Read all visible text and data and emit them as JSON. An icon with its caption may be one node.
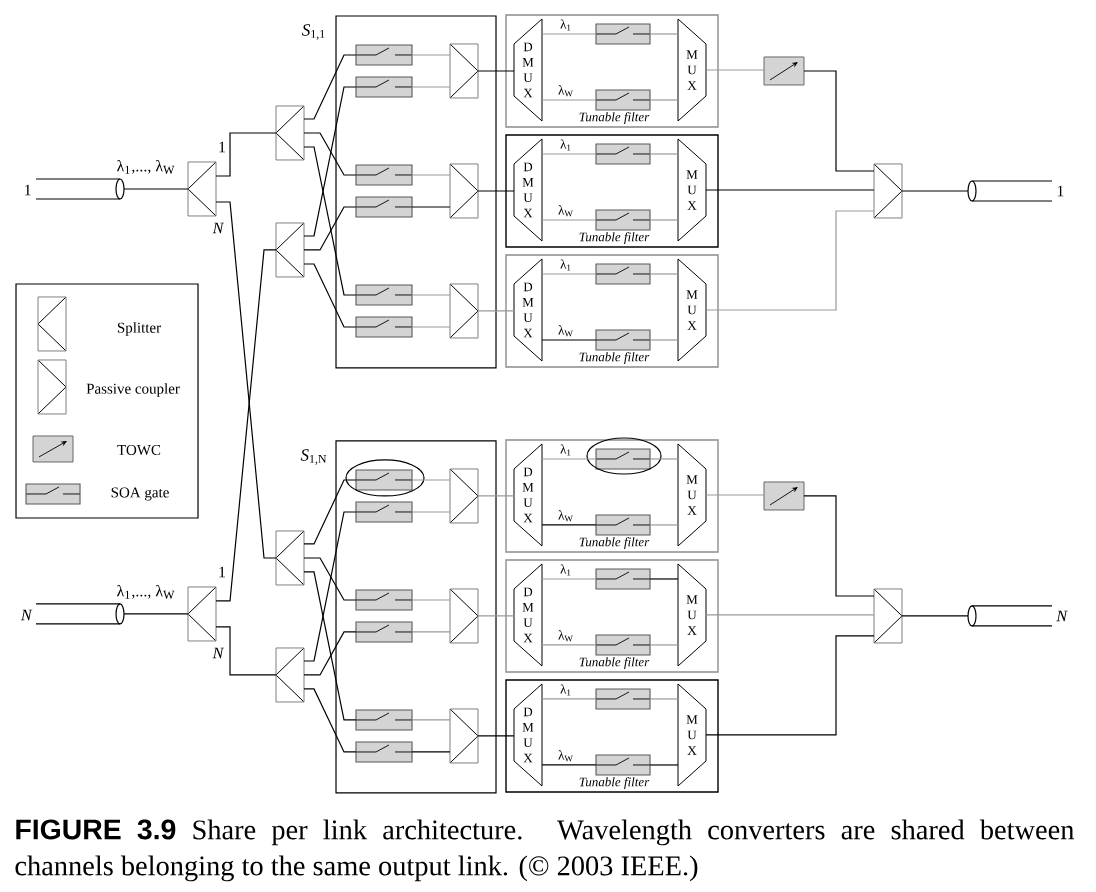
{
  "diagram": {
    "caption": "**FIGURE 3.9** Share per link architecture. Wavelength converters are shared between channels belonging to the same output link. (© 2003 IEEE.)",
    "nodes": [
      {
        "text": [],
        "shape": "cylinder",
        "beside": [
          "1"
        ]
      },
      {
        "text": [],
        "shape": "box",
        "beside": [
          "1",
          "N"
        ]
      },
      {
        "text": [],
        "shape": "box"
      },
      {
        "text": [],
        "shape": "box"
      },
      {
        "text": [
          "*S*$_{1,1}$"
        ]
      },
      {
        "text": [],
        "shape": "box",
        "in": 4
      },
      {
        "text": [],
        "shape": "box",
        "in": 4
      },
      {
        "text": [],
        "shape": "box",
        "in": 4
      },
      {
        "text": [],
        "shape": "box",
        "in": 4
      },
      {
        "text": [],
        "shape": "box",
        "in": 4
      },
      {
        "text": [],
        "shape": "box",
        "in": 4
      },
      {
        "text": [],
        "shape": "box",
        "in": 4
      },
      {
        "text": [],
        "shape": "box",
        "in": 4
      },
      {
        "text": [],
        "shape": "box",
        "in": 4
      },
      {
        "text": [
          "Tunable filter"
        ]
      },
      {
        "text": [
          "D M U X"
        ],
        "in": 14
      },
      {
        "text": [],
        "shape": "box",
        "in": 14
      },
      {
        "text": [],
        "shape": "box",
        "in": 14
      },
      {
        "text": [
          "M U X"
        ],
        "in": 14
      },
      {
        "text": [
          "Tunable filter"
        ]
      },
      {
        "text": [
          "D M U X"
        ],
        "in": 19
      },
      {
        "text": [],
        "shape": "box",
        "in": 19
      },
      {
        "text": [],
        "shape": "box",
        "in": 19
      },
      {
        "text": [
          "M U X"
        ],
        "in": 19
      },
      {
        "text": [
          "Tunable filter"
        ]
      },
      {
        "text": [
          "D M U X"
        ],
        "in": 24
      },
      {
        "text": [],
        "shape": "box",
        "in": 24
      },
      {
        "text": [],
        "shape": "box",
        "in": 24
      },
      {
        "text": [
          "M U X"
        ],
        "in": 24
      },
      {
        "text": [],
        "shape": "box"
      },
      {
        "text": [],
        "shape": "box"
      },
      {
        "text": [],
        "shape": "cylinder",
        "beside": [
          "1"
        ]
      },
      {
        "text": [],
        "shape": "cylinder",
        "beside": [
          "N"
        ]
      },
      {
        "text": [],
        "shape": "box",
        "beside": [
          "1",
          "N"
        ]
      },
      {
        "text": [],
        "shape": "box"
      },
      {
        "text": [],
        "shape": "box"
      },
      {
        "text": [
          "*S*$_{1,N}$"
        ]
      },
      {
        "text": [],
        "shape": "box",
        "in": 36
      },
      {
        "text": [],
        "shape": "box",
        "in": 36
      },
      {
        "text": [],
        "shape": "box",
        "in": 36
      },
      {
        "text": [],
        "shape": "box",
        "in": 36
      },
      {
        "text": [],
        "shape": "box",
        "in": 36
      },
      {
        "text": [],
        "shape": "box",
        "in": 36
      },
      {
        "text": [],
        "shape": "box",
        "in": 36
      },
      {
        "text": [],
        "shape": "box",
        "in": 36
      },
      {
        "text": [],
        "shape": "box",
        "in": 36
      },
      {
        "text": [
          "Tunable filter"
        ]
      },
      {
        "text": [
          "D M U X"
        ],
        "in": 46
      },
      {
        "text": [],
        "shape": "box",
        "in": 46
      },
      {
        "text": [],
        "shape": "box",
        "in": 46
      },
      {
        "text": [
          "M U X"
        ],
        "in": 46
      },
      {
        "text": [
          "Tunable filter"
        ]
      },
      {
        "text": [
          "D M U X"
        ],
        "in": 51
      },
      {
        "text": [],
        "shape": "box",
        "in": 51
      },
      {
        "text": [],
        "shape": "box",
        "in": 51
      },
      {
        "text": [
          "M U X"
        ],
        "in": 51
      },
      {
        "text": [
          "Tunable filter"
        ]
      },
      {
        "text": [
          "D M U X"
        ],
        "in": 56
      },
      {
        "text": [],
        "shape": "box",
        "in": 56
      },
      {
        "text": [],
        "shape": "box",
        "in": 56
      },
      {
        "text": [
          "M U X"
        ],
        "in": 56
      },
      {
        "text": [],
        "shape": "box"
      },
      {
        "text": [],
        "shape": "box"
      },
      {
        "text": [],
        "shape": "cylinder",
        "beside": [
          "N"
        ]
      }
    ],
    "edges": [
      {
        "from": 0,
        "to": 1,
        "arrow": "none",
        "label": "λ$_{1}$,..., λ$_{W}$",
        "color": "#000000"
      },
      {
        "from": 1,
        "to": 2,
        "arrow": "none",
        "color": "#000000"
      },
      {
        "from": 1,
        "to": 34,
        "arrow": "none",
        "color": "#000000"
      },
      {
        "from": 2,
        "to": 5,
        "arrow": "none",
        "color": "#000000"
      },
      {
        "from": 2,
        "to": 7,
        "arrow": "none",
        "color": "#000000"
      },
      {
        "from": 2,
        "to": 9,
        "arrow": "none",
        "color": "#000000"
      },
      {
        "from": 3,
        "to": 6,
        "arrow": "none",
        "color": "#000000"
      },
      {
        "from": 3,
        "to": 8,
        "arrow": "none",
        "color": "#000000"
      },
      {
        "from": 3,
        "to": 10,
        "arrow": "none",
        "color": "#000000"
      },
      {
        "from": 5,
        "to": 11,
        "arrow": "none"
      },
      {
        "from": 6,
        "to": 11,
        "arrow": "none"
      },
      {
        "from": 7,
        "to": 12,
        "arrow": "none"
      },
      {
        "from": 8,
        "to": 12,
        "arrow": "none",
        "color": "#000000"
      },
      {
        "from": 9,
        "to": 13,
        "arrow": "none"
      },
      {
        "from": 10,
        "to": 13,
        "arrow": "none"
      },
      {
        "from": 11,
        "to": 15,
        "arrow": "none",
        "color": "#000000"
      },
      {
        "from": 12,
        "to": 20,
        "arrow": "none",
        "color": "#000000"
      },
      {
        "from": 13,
        "to": 25,
        "arrow": "none"
      },
      {
        "from": 15,
        "to": 16,
        "arrow": "none",
        "label": "λ$_{1}$"
      },
      {
        "from": 15,
        "to": 17,
        "arrow": "none",
        "label": "λ$_{W}$"
      },
      {
        "from": 16,
        "to": 18,
        "arrow": "none"
      },
      {
        "from": 17,
        "to": 18,
        "arrow": "none"
      },
      {
        "from": 20,
        "to": 21,
        "arrow": "none",
        "label": "λ$_{1}$"
      },
      {
        "from": 20,
        "to": 22,
        "arrow": "none",
        "label": "λ$_{W}$"
      },
      {
        "from": 21,
        "to": 23,
        "arrow": "none"
      },
      {
        "from": 22,
        "to": 23,
        "arrow": "none"
      },
      {
        "from": 25,
        "to": 26,
        "arrow": "none",
        "label": "λ$_{1}$"
      },
      {
        "from": 25,
        "to": 27,
        "arrow": "none",
        "label": "λ$_{W}$",
        "color": "#000000"
      },
      {
        "from": 26,
        "to": 28,
        "arrow": "none"
      },
      {
        "from": 27,
        "to": 28,
        "arrow": "none"
      },
      {
        "from": 18,
        "to": 29,
        "arrow": "none"
      },
      {
        "from": 29,
        "to": 30,
        "arrow": "none",
        "color": "#000000"
      },
      {
        "from": 23,
        "to": 30,
        "arrow": "none",
        "color": "#000000"
      },
      {
        "from": 28,
        "to": 30,
        "arrow": "none"
      },
      {
        "from": 30,
        "to": 31,
        "arrow": "none",
        "color": "#000000"
      },
      {
        "from": 32,
        "to": 33,
        "arrow": "none",
        "label": "λ$_{1}$,..., λ$_{W}$",
        "color": "#000000"
      },
      {
        "from": 33,
        "to": 3,
        "arrow": "none",
        "color": "#000000"
      },
      {
        "from": 33,
        "to": 35,
        "arrow": "none",
        "color": "#000000"
      },
      {
        "from": 34,
        "to": 37,
        "arrow": "none",
        "color": "#000000"
      },
      {
        "from": 34,
        "to": 39,
        "arrow": "none",
        "color": "#000000"
      },
      {
        "from": 34,
        "to": 41,
        "arrow": "none",
        "color": "#000000"
      },
      {
        "from": 35,
        "to": 38,
        "arrow": "none",
        "color": "#000000"
      },
      {
        "from": 35,
        "to": 40,
        "arrow": "none",
        "color": "#000000"
      },
      {
        "from": 35,
        "to": 42,
        "arrow": "none",
        "color": "#000000"
      },
      {
        "from": 37,
        "to": 43,
        "arrow": "none"
      },
      {
        "from": 38,
        "to": 43,
        "arrow": "none"
      },
      {
        "from": 39,
        "to": 44,
        "arrow": "none"
      },
      {
        "from": 40,
        "to": 44,
        "arrow": "none"
      },
      {
        "from": 41,
        "to": 45,
        "arrow": "none"
      },
      {
        "from": 42,
        "to": 45,
        "arrow": "none",
        "color": "#000000"
      },
      {
        "from": 43,
        "to": 47,
        "arrow": "none"
      },
      {
        "from": 44,
        "to": 52,
        "arrow": "none"
      },
      {
        "from": 45,
        "to": 57,
        "arrow": "none",
        "color": "#000000"
      },
      {
        "from": 47,
        "to": 48,
        "arrow": "none",
        "label": "λ$_{1}$"
      },
      {
        "from": 47,
        "to": 49,
        "arrow": "none",
        "label": "λ$_{W}$",
        "color": "#000000"
      },
      {
        "from": 48,
        "to": 50,
        "arrow": "none"
      },
      {
        "from": 49,
        "to": 50,
        "arrow": "none"
      },
      {
        "from": 52,
        "to": 53,
        "arrow": "none",
        "label": "λ$_{1}$"
      },
      {
        "from": 52,
        "to": 54,
        "arrow": "none",
        "label": "λ$_{W}$"
      },
      {
        "from": 53,
        "to": 55,
        "arrow": "none",
        "color": "#000000"
      },
      {
        "from": 54,
        "to": 55,
        "arrow": "none"
      },
      {
        "from": 57,
        "to": 58,
        "arrow": "none",
        "label": "λ$_{1}$"
      },
      {
        "from": 57,
        "to": 59,
        "arrow": "none",
        "label": "λ$_{W}$",
        "color": "#000000"
      },
      {
        "from": 58,
        "to": 60,
        "arrow": "none"
      },
      {
        "from": 59,
        "to": 60,
        "arrow": "none",
        "color": "#000000"
      },
      {
        "from": 50,
        "to": 61,
        "arrow": "none"
      },
      {
        "from": 61,
        "to": 62,
        "arrow": "none",
        "color": "#000000"
      },
      {
        "from": 55,
        "to": 62,
        "arrow": "none"
      },
      {
        "from": 60,
        "to": 62,
        "arrow": "none",
        "color": "#000000"
      },
      {
        "from": 62,
        "to": 63,
        "arrow": "none",
        "color": "#000000"
      }
    ],
    "legend": [
      {
        "text": "Splitter"
      },
      {
        "text": "Passive coupler"
      },
      {
        "text": "TOWC"
      },
      {
        "text": "SOA gate"
      }
    ]
  }
}
